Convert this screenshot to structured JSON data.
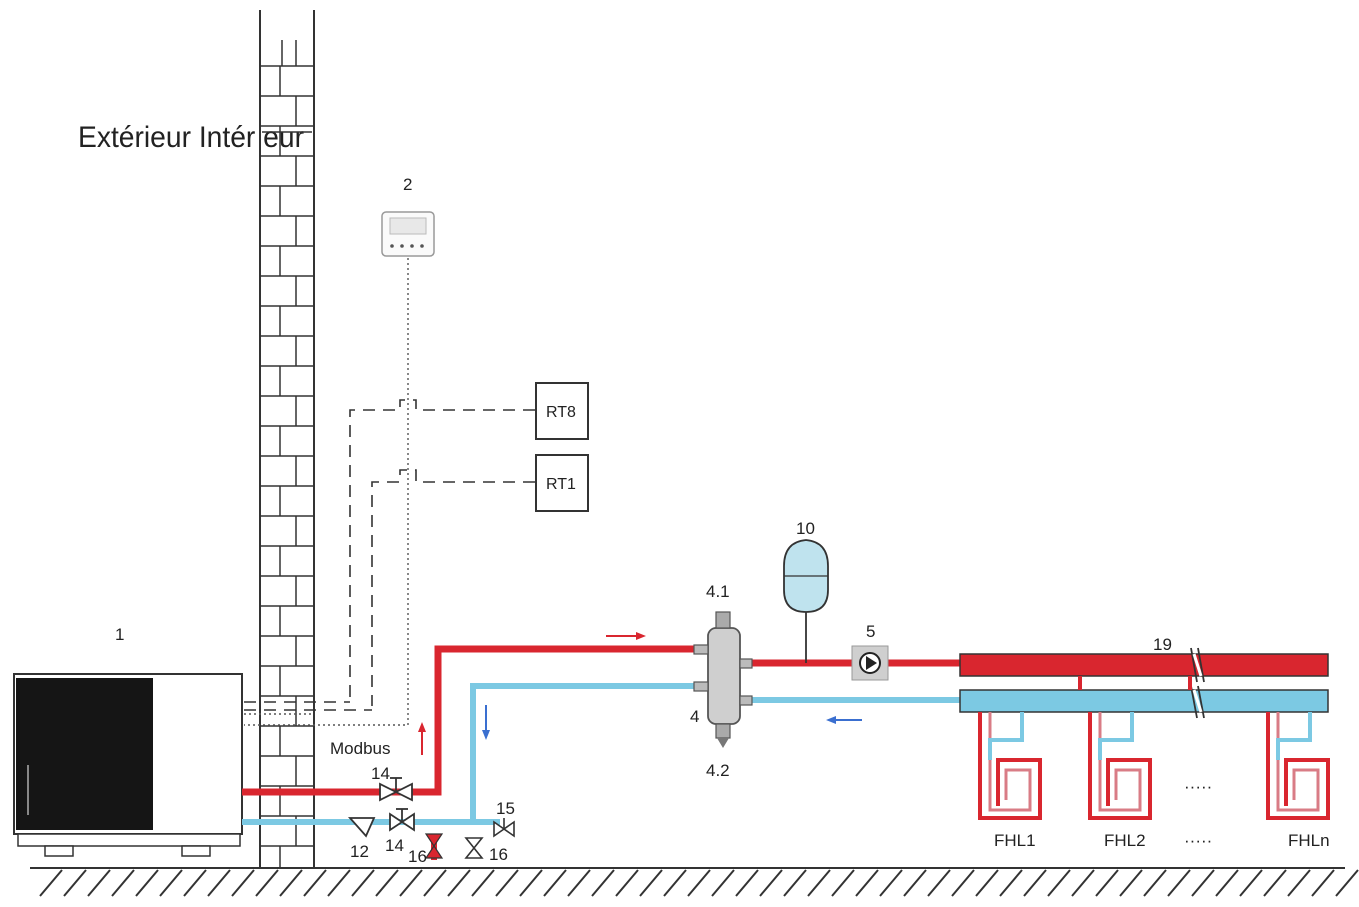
{
  "labels": {
    "zones": "Extérieur Intér eur",
    "modbus": "Modbus",
    "unit": "1",
    "controller": "2",
    "rt8": "RT8",
    "rt1": "RT1",
    "sep4": "4",
    "sep41": "4.1",
    "sep42": "4.2",
    "pump": "5",
    "tank": "10",
    "filter": "12",
    "valve14a": "14",
    "valve14b": "14",
    "valve15": "15",
    "valve16a": "16",
    "valve16b": "16",
    "manifold": "19",
    "fhl1": "FHL1",
    "fhl2": "FHL2",
    "fhln": "FHLn",
    "dots1": "·····",
    "dots2": "·····"
  },
  "colors": {
    "hot": "#d9262f",
    "cold": "#7cc9e3",
    "tank": "#bfe3ee",
    "manifold_hot": "#d9262f",
    "manifold_cold": "#7cc9e3"
  }
}
